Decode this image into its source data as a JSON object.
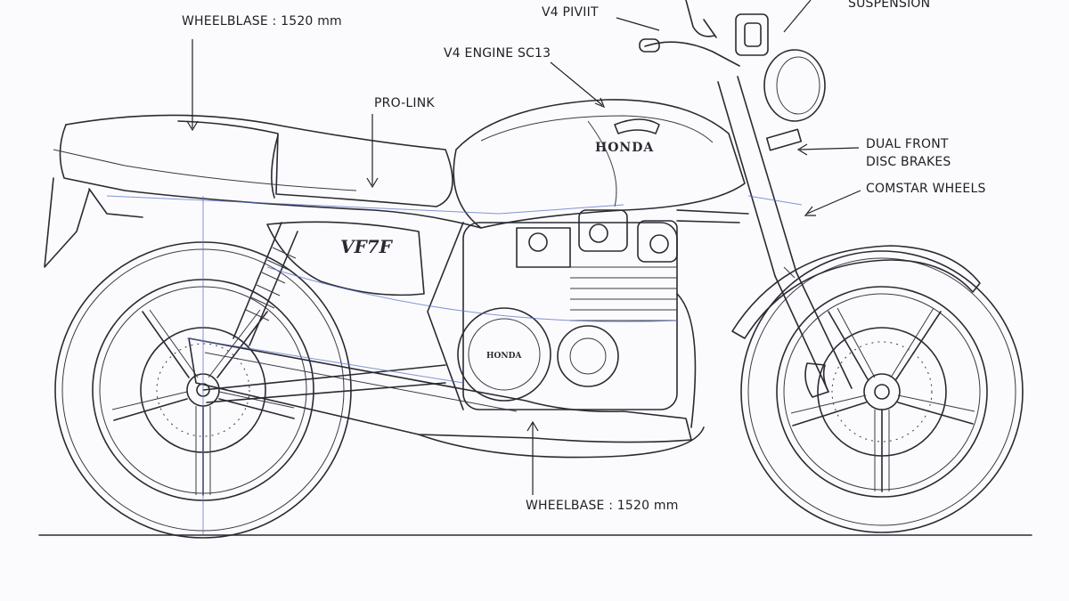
{
  "labels": {
    "wheelbase_top": "WHEELBLASE : 1520 mm",
    "v4_pivot": "V4 PIVIIT",
    "suspension": "SUSPENSION",
    "v4_engine": "V4 ENGINE SC13",
    "pro_link": "PRO-LINK",
    "dual_front_line1": "DUAL FRONT",
    "dual_front_line2": "DISC BRAKES",
    "comstar_wheels": "COMSTAR WHEELS",
    "wheelbase_bottom": "WHEELBASE : 1520 mm"
  },
  "branding": {
    "tank_logo": "HONDA",
    "side_cover": "VF7F",
    "engine_case": "HONDA"
  },
  "colors": {
    "ink": "#2a2a33",
    "guide_blue": "#5b6fc4",
    "paper": "#fbfbfd"
  }
}
